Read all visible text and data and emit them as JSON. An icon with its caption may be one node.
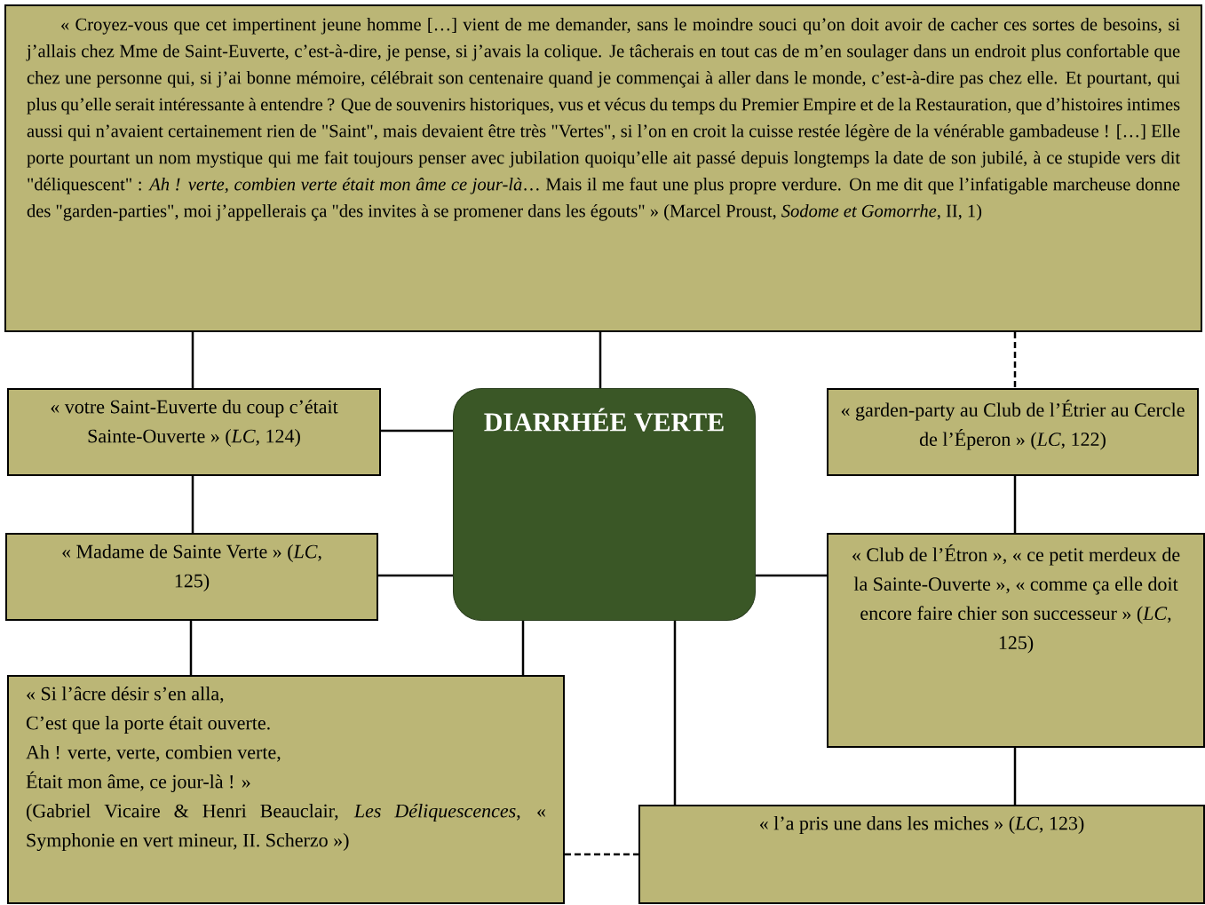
{
  "diagram": {
    "nodes": [
      {
        "text": [
          "« Croyez-vous que cet impertinent jeune homme […] vient de me demander, sans le moindre souci qu’on doit avoir de cacher ces sortes de besoins, si j’allais chez Mme de Saint-Euverte, c’est-à-dire, je pense, si j’avais la colique. Je tâcherais en tout cas de m’en soulager dans un endroit plus confortable que chez une personne qui, si j’ai bonne mémoire, célébrait son centenaire quand je commençai à aller dans le monde, c’est-à-dire pas chez elle. Et pourtant, qui plus qu’elle serait intéressante à entendre ? Que de souvenirs historiques, vus et vécus du temps du Premier Empire et de la Restauration, que d’histoires intimes aussi qui n’avaient certainement rien de \"Saint\", mais devaient être très \"Vertes\", si l’on en croit la cuisse restée légère de la vénérable gambadeuse ! […] Elle porte pourtant un nom mystique qui me fait toujours penser avec jubilation quoiqu’elle ait passé depuis longtemps la date de son jubilé, à ce stupide vers dit \"déliquescent\" : *Ah ! verte, combien verte était mon âme ce jour-là*… Mais il me faut une plus propre verdure. On me dit que l’infatigable marcheuse donne des \"garden-parties\", moi j’appellerais ça \"des invites à se promener dans les égouts\" » (Marcel Proust, *Sodome et Gomorrhe*, II, 1)"
        ]
      },
      {
        "text": [
          "DIARRHÉE VERTE"
        ]
      },
      {
        "text": [
          "« votre Saint-Euverte du coup c’était Sainte-Ouverte » (*LC*, 124)"
        ]
      },
      {
        "text": [
          "« garden-party au Club de l’Étrier au Cercle de l’Éperon » (*LC*, 122)"
        ]
      },
      {
        "text": [
          "« Madame de Sainte Verte » (*LC*, 125)"
        ]
      },
      {
        "text": [
          "« Club de l’Étron », « ce petit merdeux de la Sainte-Ouverte », « comme ça elle doit encore faire chier son successeur » (*LC*, 125)"
        ]
      },
      {
        "text": [
          "« Si l’âcre désir s’en alla,",
          "C’est que la porte était ouverte.",
          "Ah ! verte, verte, combien verte,",
          "Était mon âme, ce jour-là ! »",
          "(Gabriel Vicaire & Henri Beauclair, *Les Déliquescences*, « Symphonie en vert mineur, II. Scherzo »)"
        ]
      },
      {
        "text": [
          "« l’a pris une dans les miches » (*LC*, 123)"
        ]
      }
    ],
    "edges": [
      {
        "from": 0,
        "to": 1,
        "arrow": "none"
      },
      {
        "from": 0,
        "to": 2,
        "arrow": "none"
      },
      {
        "from": 0,
        "to": 3,
        "arrow": "none",
        "style": "dashed"
      },
      {
        "from": 2,
        "to": 1,
        "arrow": "none"
      },
      {
        "from": 2,
        "to": 4,
        "arrow": "none"
      },
      {
        "from": 4,
        "to": 1,
        "arrow": "none"
      },
      {
        "from": 4,
        "to": 6,
        "arrow": "none"
      },
      {
        "from": 1,
        "to": 6,
        "arrow": "none"
      },
      {
        "from": 1,
        "to": 5,
        "arrow": "none"
      },
      {
        "from": 3,
        "to": 5,
        "arrow": "none"
      },
      {
        "from": 1,
        "to": 7,
        "arrow": "none"
      },
      {
        "from": 5,
        "to": 7,
        "arrow": "none"
      },
      {
        "from": 6,
        "to": 7,
        "arrow": "none",
        "style": "dashed"
      }
    ]
  }
}
